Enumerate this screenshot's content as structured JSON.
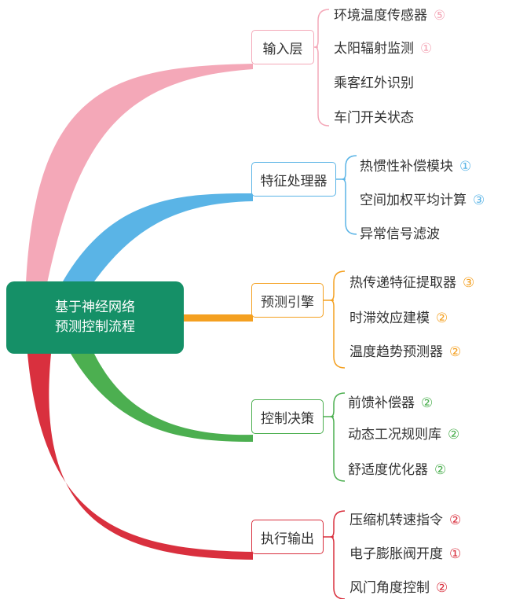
{
  "root": {
    "line1": "基于神经网络",
    "line2": "预测控制流程"
  },
  "branches": [
    {
      "label": "输入层",
      "color": "#f4a8b8",
      "leaves": [
        {
          "text": "环境温度传感器",
          "badge": "⑤"
        },
        {
          "text": "太阳辐射监测",
          "badge": "①"
        },
        {
          "text": "乘客红外识别",
          "badge": ""
        },
        {
          "text": "车门开关状态",
          "badge": ""
        }
      ]
    },
    {
      "label": "特征处理器",
      "color": "#5ab4e6",
      "leaves": [
        {
          "text": "热惯性补偿模块",
          "badge": "①"
        },
        {
          "text": "空间加权平均计算",
          "badge": "③"
        },
        {
          "text": "异常信号滤波",
          "badge": ""
        }
      ]
    },
    {
      "label": "预测引擎",
      "color": "#f4a020",
      "leaves": [
        {
          "text": "热传递特征提取器",
          "badge": "③"
        },
        {
          "text": "时滞效应建模",
          "badge": "②"
        },
        {
          "text": "温度趋势预测器",
          "badge": "②"
        }
      ]
    },
    {
      "label": "控制决策",
      "color": "#4caf50",
      "leaves": [
        {
          "text": "前馈补偿器",
          "badge": "②"
        },
        {
          "text": "动态工况规则库",
          "badge": "②"
        },
        {
          "text": "舒适度优化器",
          "badge": "②"
        }
      ]
    },
    {
      "label": "执行输出",
      "color": "#d9303e",
      "leaves": [
        {
          "text": "压缩机转速指令",
          "badge": "②"
        },
        {
          "text": "电子膨胀阀开度",
          "badge": "①"
        },
        {
          "text": "风门角度控制",
          "badge": "②"
        }
      ]
    }
  ]
}
